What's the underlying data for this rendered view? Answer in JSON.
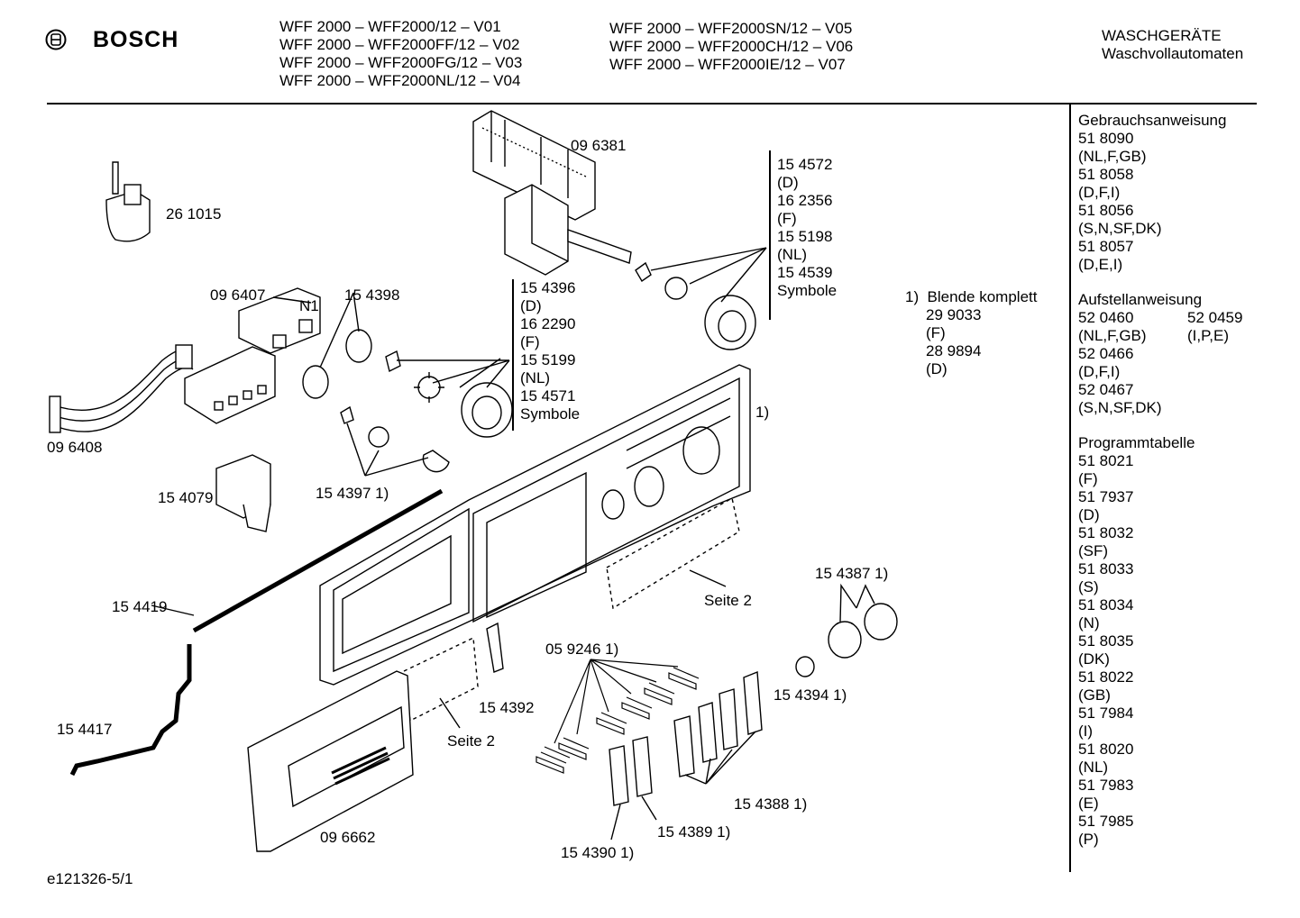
{
  "brand": "BOSCH",
  "models_col1": [
    "WFF 2000 – WFF2000/12 – V01",
    "WFF 2000 – WFF2000FF/12 – V02",
    "WFF 2000 – WFF2000FG/12 – V03",
    "WFF 2000 – WFF2000NL/12 – V04"
  ],
  "models_col2": [
    "WFF 2000 – WFF2000SN/12 – V05",
    "WFF 2000 – WFF2000CH/12 – V06",
    "WFF 2000 – WFF2000IE/12 – V07"
  ],
  "category": {
    "line1": "WASCHGERÄTE",
    "line2": "Waschvollautomaten"
  },
  "footer_code": "e121326-5/1",
  "labels": {
    "l_261015": "26 1015",
    "l_096381": "09 6381",
    "l_096407": "09 6407",
    "l_N1": "N1",
    "l_154398": "15 4398",
    "l_096408": "09 6408",
    "l_154079": "15 4079",
    "l_154397": "15 4397 1)",
    "l_154419": "15 4419",
    "l_154417": "15 4417",
    "l_096662": "09 6662",
    "l_154392": "15 4392",
    "l_seite2a": "Seite 2",
    "l_seite2b": "Seite 2",
    "l_059246": "05 9246 1)",
    "l_154390": "15 4390 1)",
    "l_154389": "15 4389 1)",
    "l_154388": "15 4388 1)",
    "l_154394": "15 4394 1)",
    "l_154387": "15 4387 1)",
    "l_1paren": "1)"
  },
  "group_left": [
    "15 4396",
    "(D)",
    "16 2290",
    "(F)",
    "15 5199",
    "(NL)",
    "15 4571",
    "Symbole"
  ],
  "group_right": [
    "15 4572",
    "(D)",
    "16 2356",
    "(F)",
    "15 5198",
    "(NL)",
    "15 4539",
    "Symbole"
  ],
  "blende": {
    "title": "1)  Blende komplett",
    "lines": [
      "29 9033",
      "(F)",
      "28 9894",
      "(D)"
    ]
  },
  "sidebar": {
    "gebrauch_title": "Gebrauchsanweisung",
    "gebrauch": [
      "51 8090",
      "(NL,F,GB)",
      "51 8058",
      "(D,F,I)",
      "51 8056",
      "(S,N,SF,DK)",
      "51 8057",
      "(D,E,I)"
    ],
    "aufstell_title": "Aufstellanweisung",
    "aufstell_a": [
      "52 0460",
      "(NL,F,GB)",
      "52 0466",
      "(D,F,I)",
      "52 0467",
      "(S,N,SF,DK)"
    ],
    "aufstell_b": [
      "52 0459",
      "(I,P,E)"
    ],
    "programm_title": "Programmtabelle",
    "programm": [
      "51 8021",
      "(F)",
      "51 7937",
      "(D)",
      "51 8032",
      "(SF)",
      "51 8033",
      "(S)",
      "51 8034",
      "(N)",
      "51 8035",
      "(DK)",
      "51 8022",
      "(GB)",
      "51 7984",
      "(I)",
      "51 8020",
      "(NL)",
      "51 7983",
      "(E)",
      "51 7985",
      "(P)"
    ]
  }
}
